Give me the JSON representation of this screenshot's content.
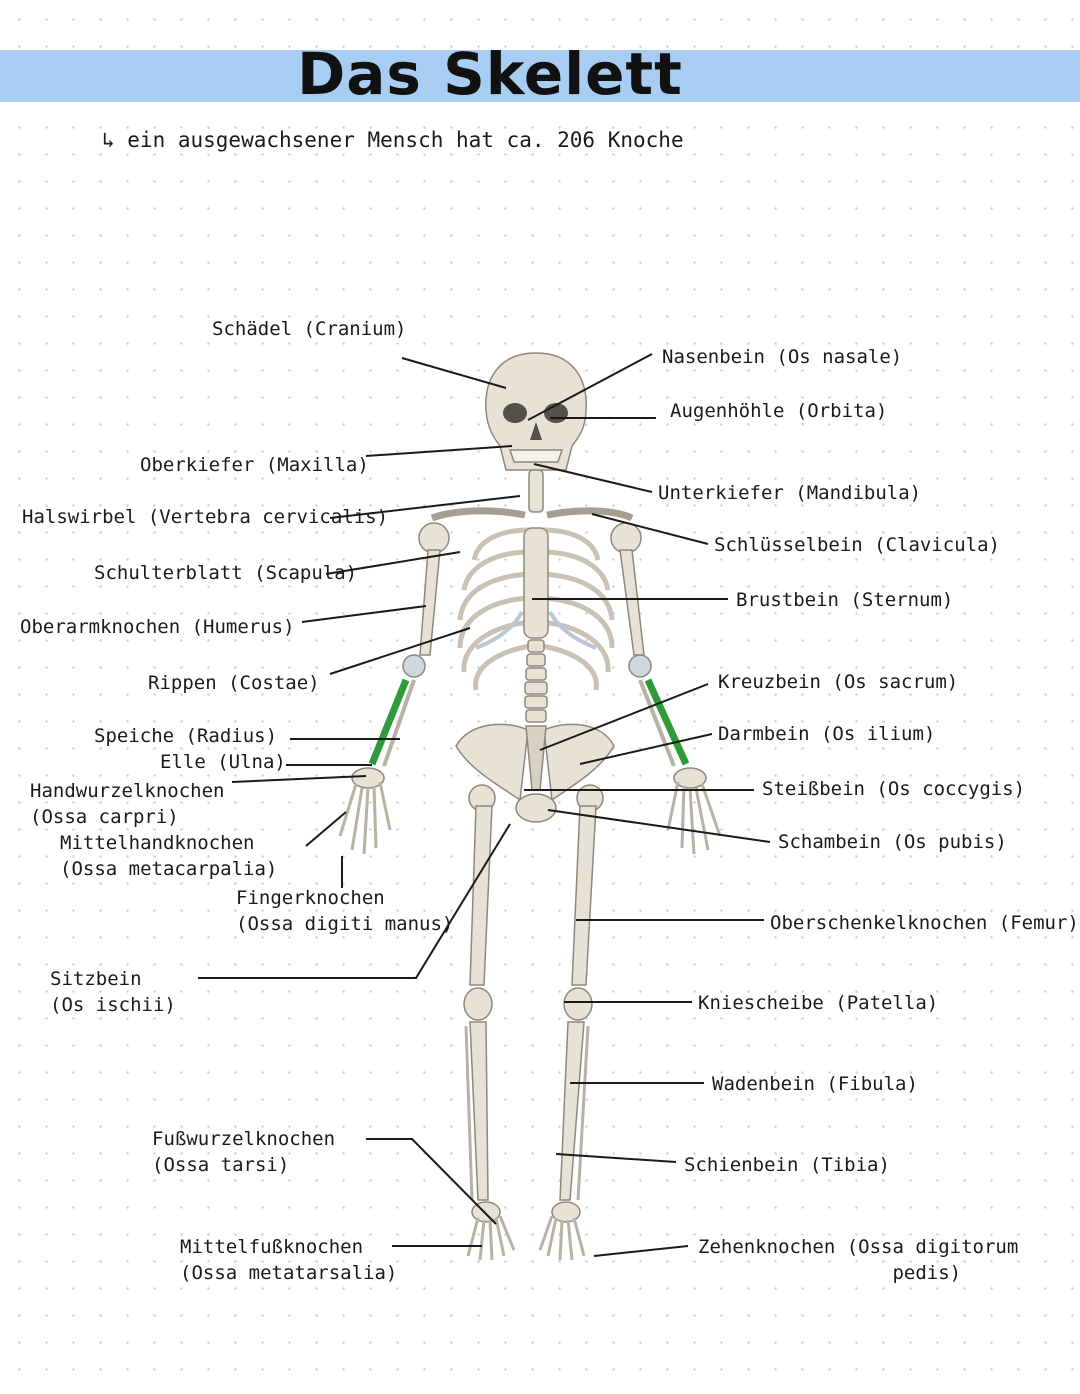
{
  "header": {
    "title": "Das Skelett",
    "subtitle": "↳ ein ausgewachsener Mensch hat ca. 206 Knoche"
  },
  "colors": {
    "title_band": "#a7cdf2",
    "highlight_bones": "#2e9a3a",
    "bone": "#e8e2d6",
    "cartilage": "#b9c6d4"
  },
  "labels": {
    "schaedel": "Schädel (Cranium)",
    "oberkiefer": "Oberkiefer (Maxilla)",
    "halswirbel": "Halswirbel (Vertebra cervicalis)",
    "schulterblatt": "Schulterblatt (Scapula)",
    "oberarm": "Oberarmknochen (Humerus)",
    "rippen": "Rippen (Costae)",
    "speiche": "Speiche (Radius)",
    "elle": "Elle (Ulna)",
    "handwurzel": "Handwurzelknochen\n(Ossa carpri)",
    "mittelhand": "Mittelhandknochen\n(Ossa metacarpalia)",
    "finger": "Fingerknochen\n(Ossa digiti manus)",
    "sitzbein": "Sitzbein\n(Os ischii)",
    "fusswurzel": "Fußwurzelknochen\n(Ossa tarsi)",
    "mittelfuss": "Mittelfußknochen\n(Ossa metatarsalia)",
    "nasenbein": "Nasenbein (Os nasale)",
    "augenhoehle": "Augenhöhle (Orbita)",
    "unterkiefer": "Unterkiefer (Mandibula)",
    "schluesselbein": "Schlüsselbein (Clavicula)",
    "brustbein": "Brustbein (Sternum)",
    "kreuzbein": "Kreuzbein (Os sacrum)",
    "darmbein": "Darmbein (Os ilium)",
    "steissbein": "Steißbein (Os coccygis)",
    "schambein": "Schambein (Os pubis)",
    "oberschenkel": "Oberschenkelknochen (Femur)",
    "kniescheibe": "Kniescheibe (Patella)",
    "wadenbein": "Wadenbein (Fibula)",
    "schienbein": "Schienbein (Tibia)",
    "zehen": "Zehenknochen (Ossa digitorum\n                 pedis)"
  }
}
